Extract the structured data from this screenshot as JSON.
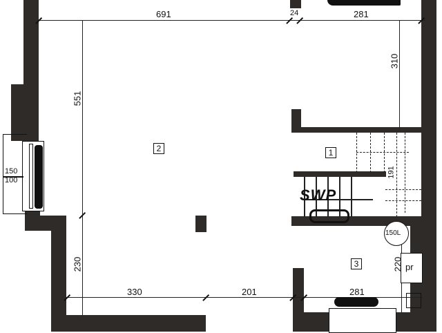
{
  "plan": {
    "rooms": [
      {
        "id": "room-1",
        "label": "1"
      },
      {
        "id": "room-2",
        "label": "2"
      },
      {
        "id": "room-3",
        "label": "3"
      }
    ],
    "dimensions": {
      "top_main_width": "691",
      "top_wall_gap": "24",
      "top_right_width": "281",
      "right_upper_height": "310",
      "left_upper_height": "551",
      "left_lower_height": "230",
      "bottom_left_width": "330",
      "bottom_mid_width": "201",
      "bottom_right_width": "281",
      "room3_height": "220",
      "stair_height": "191"
    },
    "window": {
      "width_label": "150",
      "height_label": "100"
    },
    "annotations": {
      "handwritten": "SWP",
      "boiler_label": "150L",
      "fridge_label": "pr"
    }
  }
}
